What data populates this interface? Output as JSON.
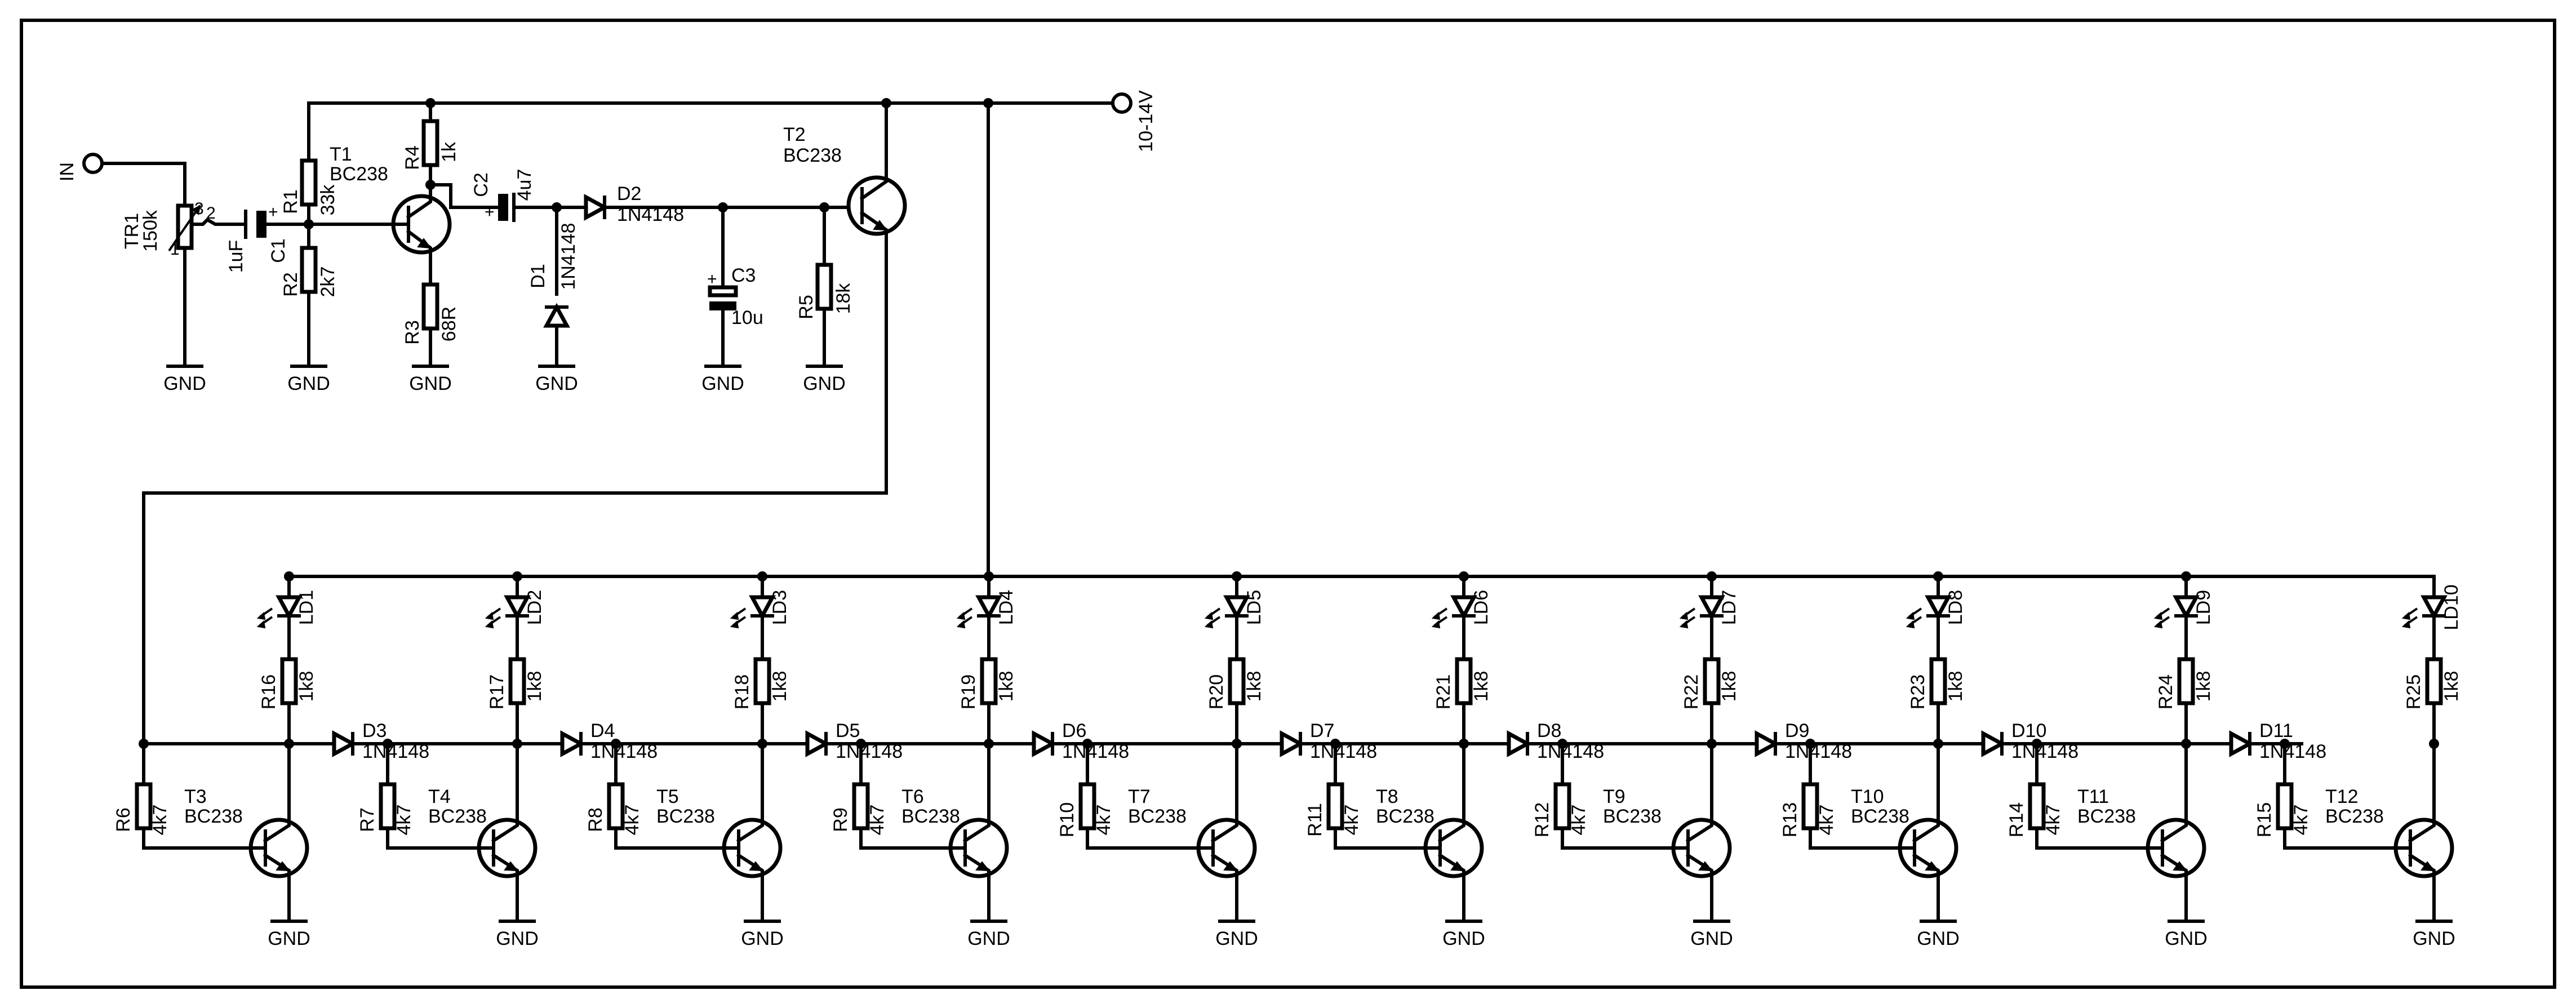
{
  "labels": {
    "in": "IN",
    "supply": "10-14V",
    "gnd": "GND"
  },
  "tr1": {
    "ref": "TR1",
    "value": "150k",
    "pins": [
      "1",
      "2",
      "3"
    ]
  },
  "c1": {
    "ref": "C1",
    "value": "1uF"
  },
  "r1": {
    "ref": "R1",
    "value": "33k"
  },
  "r2": {
    "ref": "R2",
    "value": "2k7"
  },
  "t1": {
    "ref": "T1",
    "value": "BC238"
  },
  "r3": {
    "ref": "R3",
    "value": "68R"
  },
  "r4": {
    "ref": "R4",
    "value": "1k"
  },
  "c2": {
    "ref": "C2",
    "value": "4u7"
  },
  "d1": {
    "ref": "D1",
    "value": "1N4148"
  },
  "d2": {
    "ref": "D2",
    "value": "1N4148"
  },
  "c3": {
    "ref": "C3",
    "value": "10u"
  },
  "t2": {
    "ref": "T2",
    "value": "BC238"
  },
  "r5": {
    "ref": "R5",
    "value": "18k"
  },
  "stages": [
    {
      "led": "LD1",
      "rc": "R16",
      "rc_val": "1k8",
      "diode": "D3",
      "diode_val": "1N4148",
      "t": "T3",
      "t_val": "BC238",
      "rb": "R6",
      "rb_val": "4k7"
    },
    {
      "led": "LD2",
      "rc": "R17",
      "rc_val": "1k8",
      "diode": "D4",
      "diode_val": "1N4148",
      "t": "T4",
      "t_val": "BC238",
      "rb": "R7",
      "rb_val": "4k7"
    },
    {
      "led": "LD3",
      "rc": "R18",
      "rc_val": "1k8",
      "diode": "D5",
      "diode_val": "1N4148",
      "t": "T5",
      "t_val": "BC238",
      "rb": "R8",
      "rb_val": "4k7"
    },
    {
      "led": "LD4",
      "rc": "R19",
      "rc_val": "1k8",
      "diode": "D6",
      "diode_val": "1N4148",
      "t": "T6",
      "t_val": "BC238",
      "rb": "R9",
      "rb_val": "4k7"
    },
    {
      "led": "LD5",
      "rc": "R20",
      "rc_val": "1k8",
      "diode": "D7",
      "diode_val": "1N4148",
      "t": "T7",
      "t_val": "BC238",
      "rb": "R10",
      "rb_val": "4k7"
    },
    {
      "led": "LD6",
      "rc": "R21",
      "rc_val": "1k8",
      "diode": "D8",
      "diode_val": "1N4148",
      "t": "T8",
      "t_val": "BC238",
      "rb": "R11",
      "rb_val": "4k7"
    },
    {
      "led": "LD7",
      "rc": "R22",
      "rc_val": "1k8",
      "diode": "D9",
      "diode_val": "1N4148",
      "t": "T9",
      "t_val": "BC238",
      "rb": "R12",
      "rb_val": "4k7"
    },
    {
      "led": "LD8",
      "rc": "R23",
      "rc_val": "1k8",
      "diode": "D10",
      "diode_val": "1N4148",
      "t": "T10",
      "t_val": "BC238",
      "rb": "R13",
      "rb_val": "4k7"
    },
    {
      "led": "LD9",
      "rc": "R24",
      "rc_val": "1k8",
      "diode": "D11",
      "diode_val": "1N4148",
      "t": "T11",
      "t_val": "BC238",
      "rb": "R14",
      "rb_val": "4k7"
    },
    {
      "led": "LD10",
      "rc": "R25",
      "rc_val": "1k8",
      "diode": "",
      "diode_val": "",
      "t": "T12",
      "t_val": "BC238",
      "rb": "R15",
      "rb_val": "4k7"
    }
  ]
}
